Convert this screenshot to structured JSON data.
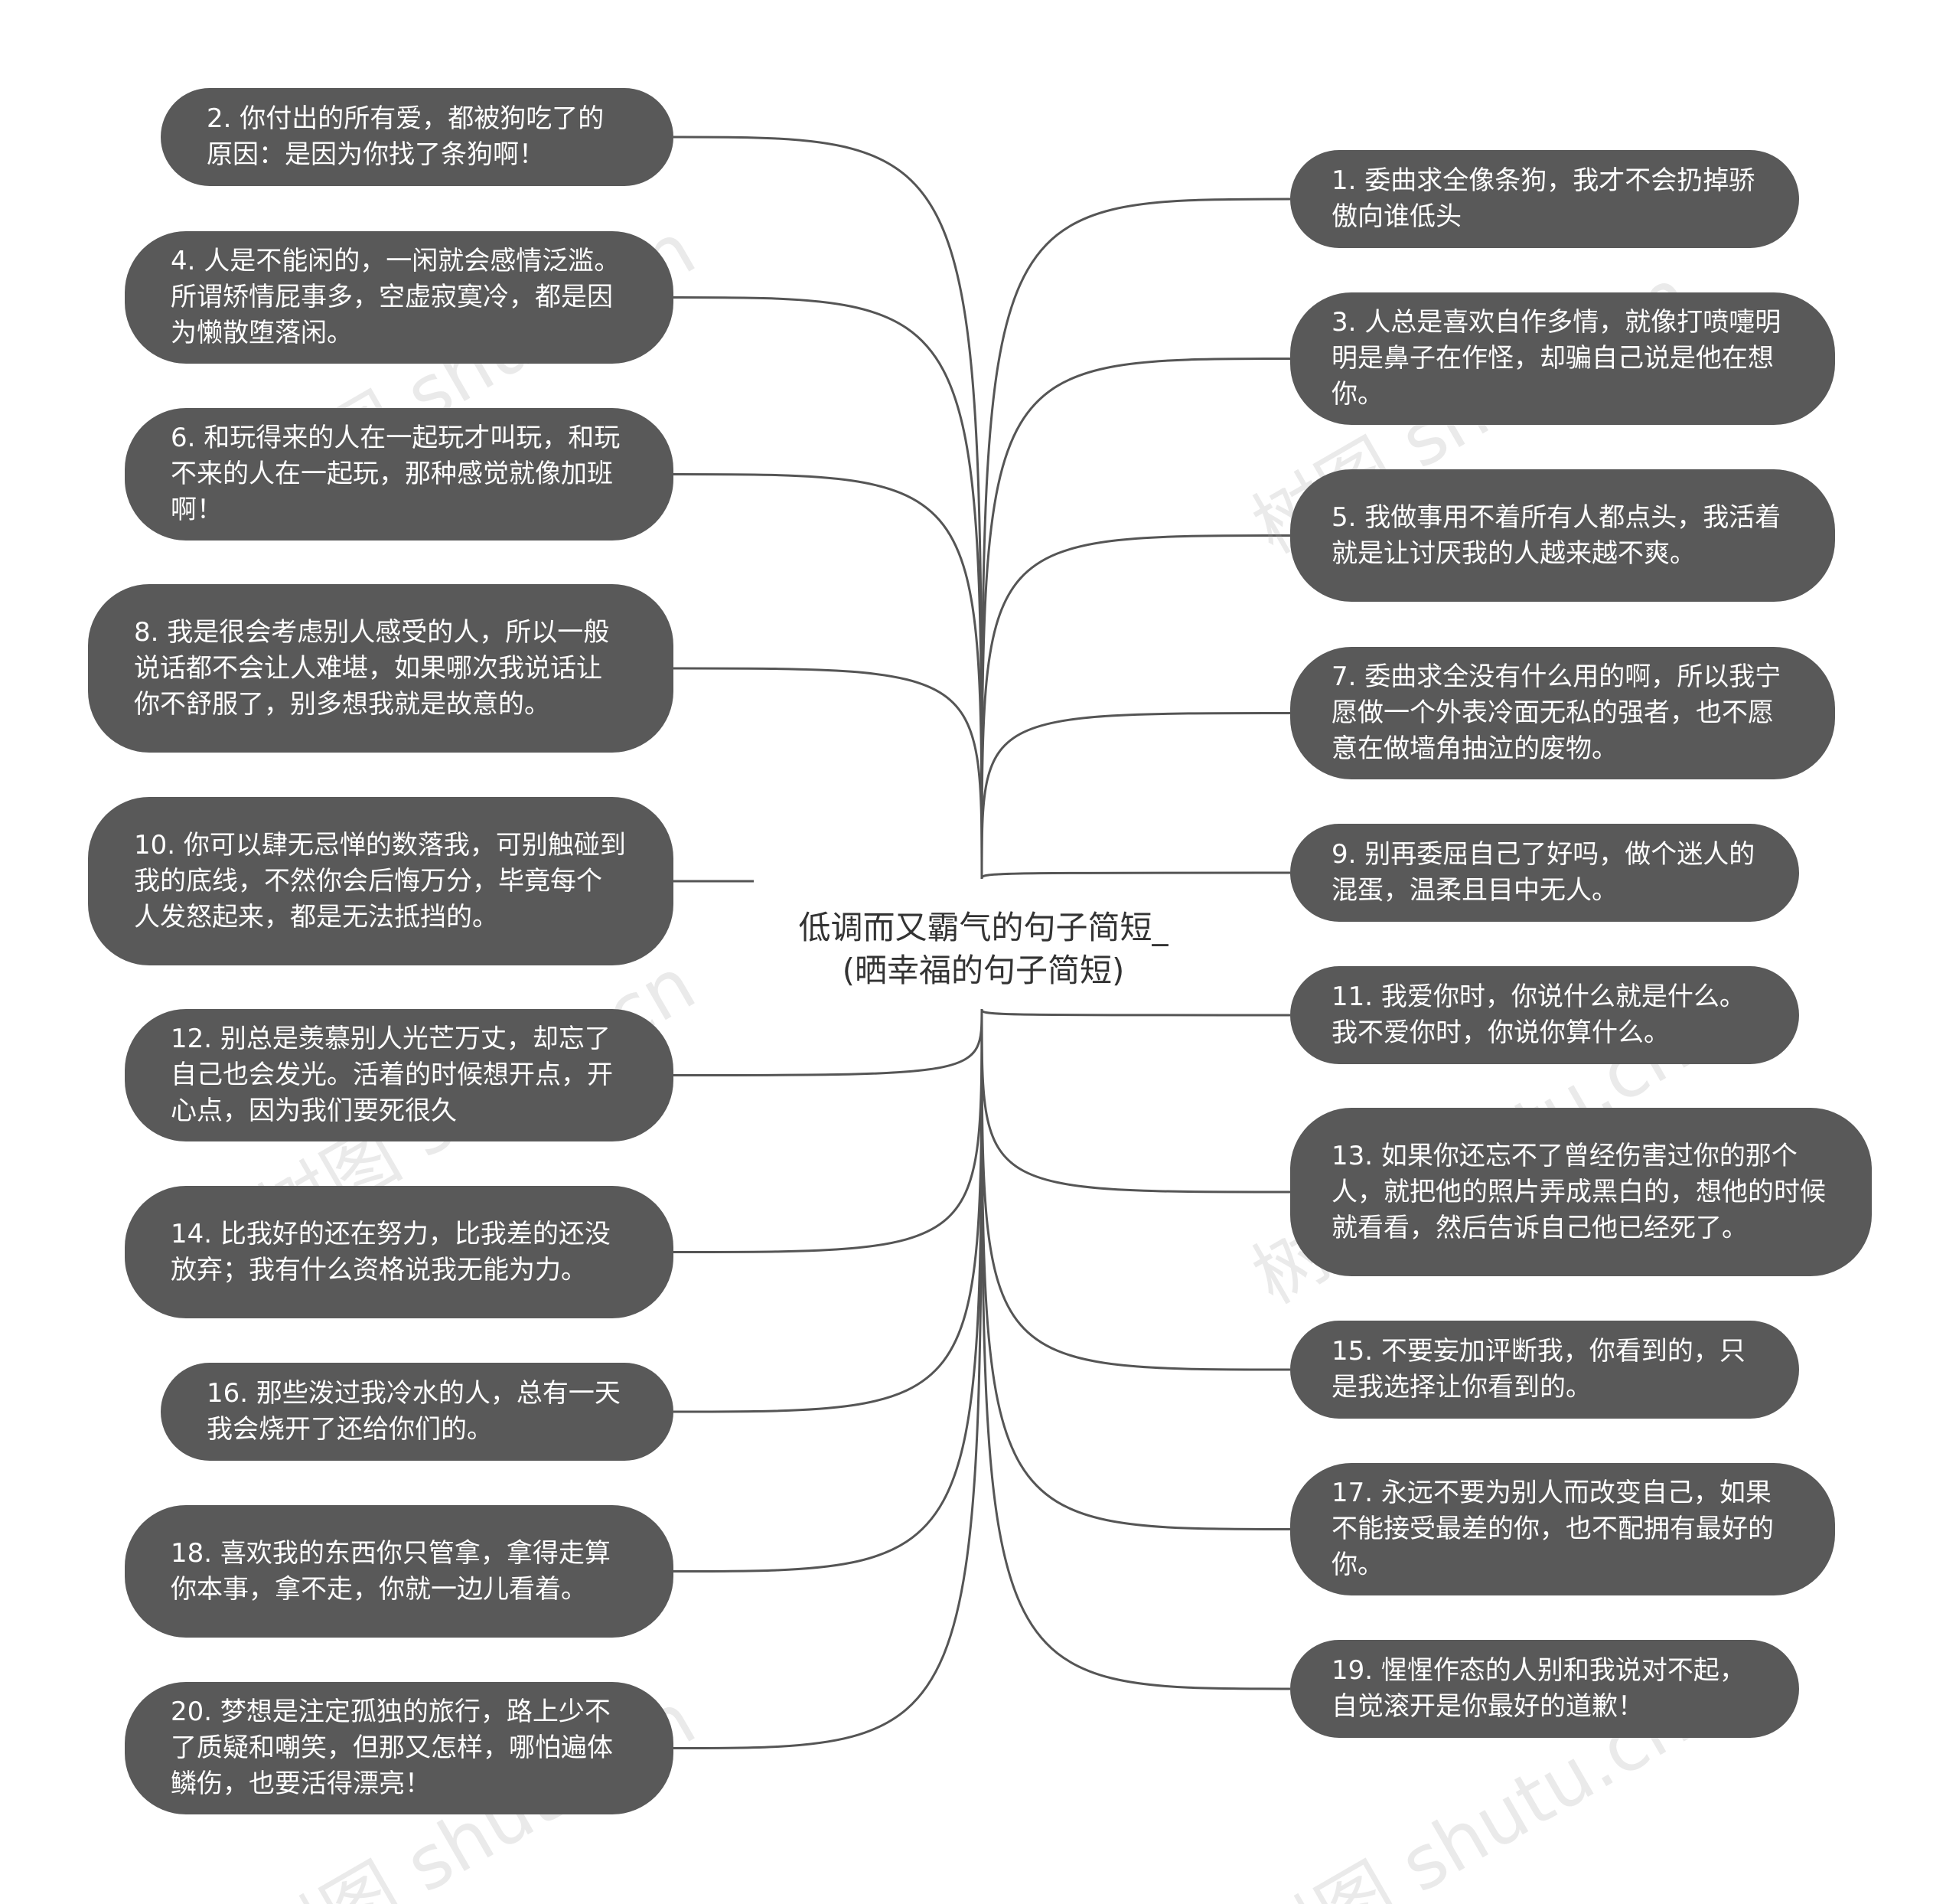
{
  "root": {
    "line1": "低调而又霸气的句子简短_",
    "line2": "(晒幸福的句子简短)"
  },
  "colors": {
    "node_bg": "#595959",
    "node_text": "#ffffff",
    "link": "#555555",
    "root_text": "#333333"
  },
  "watermark": "树图 shutu.cn",
  "left_nodes": [
    {
      "text": "2. 你付出的所有爱，都被狗吃了的原因：是因为你找了条狗啊！"
    },
    {
      "text": "4. 人是不能闲的，一闲就会感情泛滥。所谓矫情屁事多，空虚寂寞冷，都是因为懒散堕落闲。"
    },
    {
      "text": "6. 和玩得来的人在一起玩才叫玩，和玩不来的人在一起玩，那种感觉就像加班啊！"
    },
    {
      "text": "8. 我是很会考虑别人感受的人，所以一般说话都不会让人难堪，如果哪次我说话让你不舒服了，别多想我就是故意的。"
    },
    {
      "text": "10. 你可以肆无忌惮的数落我，可别触碰到我的底线，不然你会后悔万分，毕竟每个人发怒起来，都是无法抵挡的。"
    },
    {
      "text": "12. 别总是羡慕别人光芒万丈，却忘了自己也会发光。活着的时候想开点，开心点，因为我们要死很久"
    },
    {
      "text": "14. 比我好的还在努力，比我差的还没放弃；我有什么资格说我无能为力。"
    },
    {
      "text": "16. 那些泼过我冷水的人，总有一天我会烧开了还给你们的。"
    },
    {
      "text": "18. 喜欢我的东西你只管拿，拿得走算你本事，拿不走，你就一边儿看着。"
    },
    {
      "text": "20. 梦想是注定孤独的旅行，路上少不了质疑和嘲笑，但那又怎样，哪怕遍体鳞伤，也要活得漂亮！"
    }
  ],
  "right_nodes": [
    {
      "text": "1. 委曲求全像条狗，我才不会扔掉骄傲向谁低头"
    },
    {
      "text": "3. 人总是喜欢自作多情，就像打喷嚏明明是鼻子在作怪，却骗自己说是他在想你。"
    },
    {
      "text": "5. 我做事用不着所有人都点头，我活着就是让讨厌我的人越来越不爽。"
    },
    {
      "text": "7. 委曲求全没有什么用的啊，所以我宁愿做一个外表冷面无私的强者，也不愿意在做墙角抽泣的废物。"
    },
    {
      "text": "9. 别再委屈自己了好吗，做个迷人的混蛋，温柔且目中无人。"
    },
    {
      "text": "11. 我爱你时，你说什么就是什么。我不爱你时，你说你算什么。"
    },
    {
      "text": "13. 如果你还忘不了曾经伤害过你的那个人，就把他的照片弄成黑白的，想他的时候就看看，然后告诉自己他已经死了。"
    },
    {
      "text": "15. 不要妄加评断我，你看到的，只是我选择让你看到的。"
    },
    {
      "text": "17. 永远不要为别人而改变自己，如果不能接受最差的你，也不配拥有最好的你。"
    },
    {
      "text": "19. 惺惺作态的人别和我说对不起，自觉滚开是你最好的道歉！"
    }
  ]
}
